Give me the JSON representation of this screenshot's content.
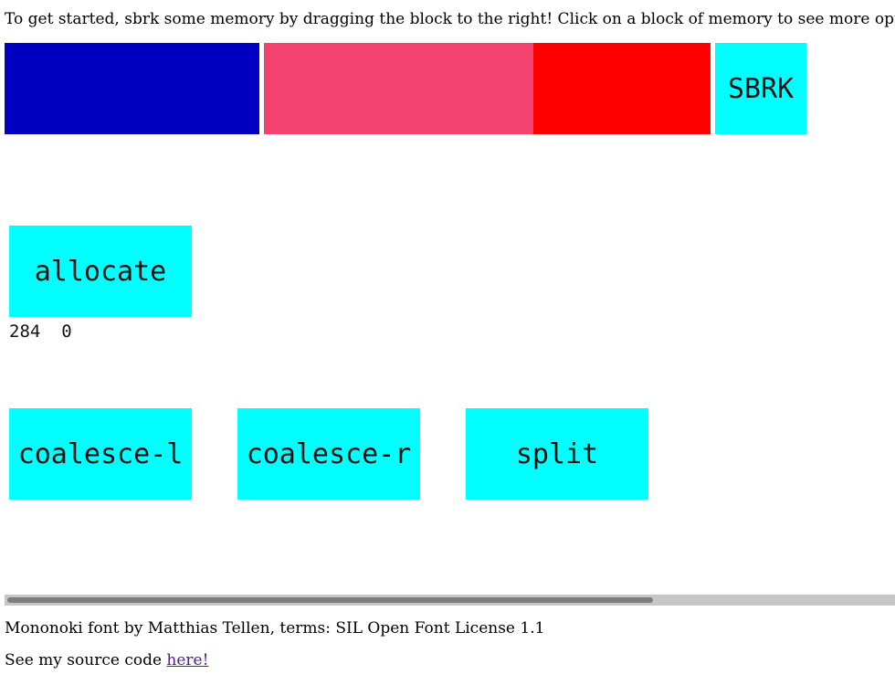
{
  "intro_text": "To get started, sbrk some memory by dragging the block to the right! Click on a block of memory to see more options.",
  "memory_blocks": [
    {
      "color": "#0000c0"
    },
    {
      "color": "#f54370"
    },
    {
      "color": "#ff0000"
    }
  ],
  "sbrk": {
    "label": "SBRK",
    "color": "#00ffff"
  },
  "allocate": {
    "label": "allocate",
    "color": "#00ffff"
  },
  "readout": {
    "size": "284",
    "value": "0"
  },
  "actions": {
    "coalesce_l": "coalesce-l",
    "coalesce_r": "coalesce-r",
    "split": "split"
  },
  "scrollbar": {
    "thumb_fraction": 0.73
  },
  "footer": {
    "credit": "Mononoki font by Matthias Tellen, terms: SIL Open Font License 1.1",
    "source_prefix": "See my source code ",
    "source_link": "here!"
  }
}
